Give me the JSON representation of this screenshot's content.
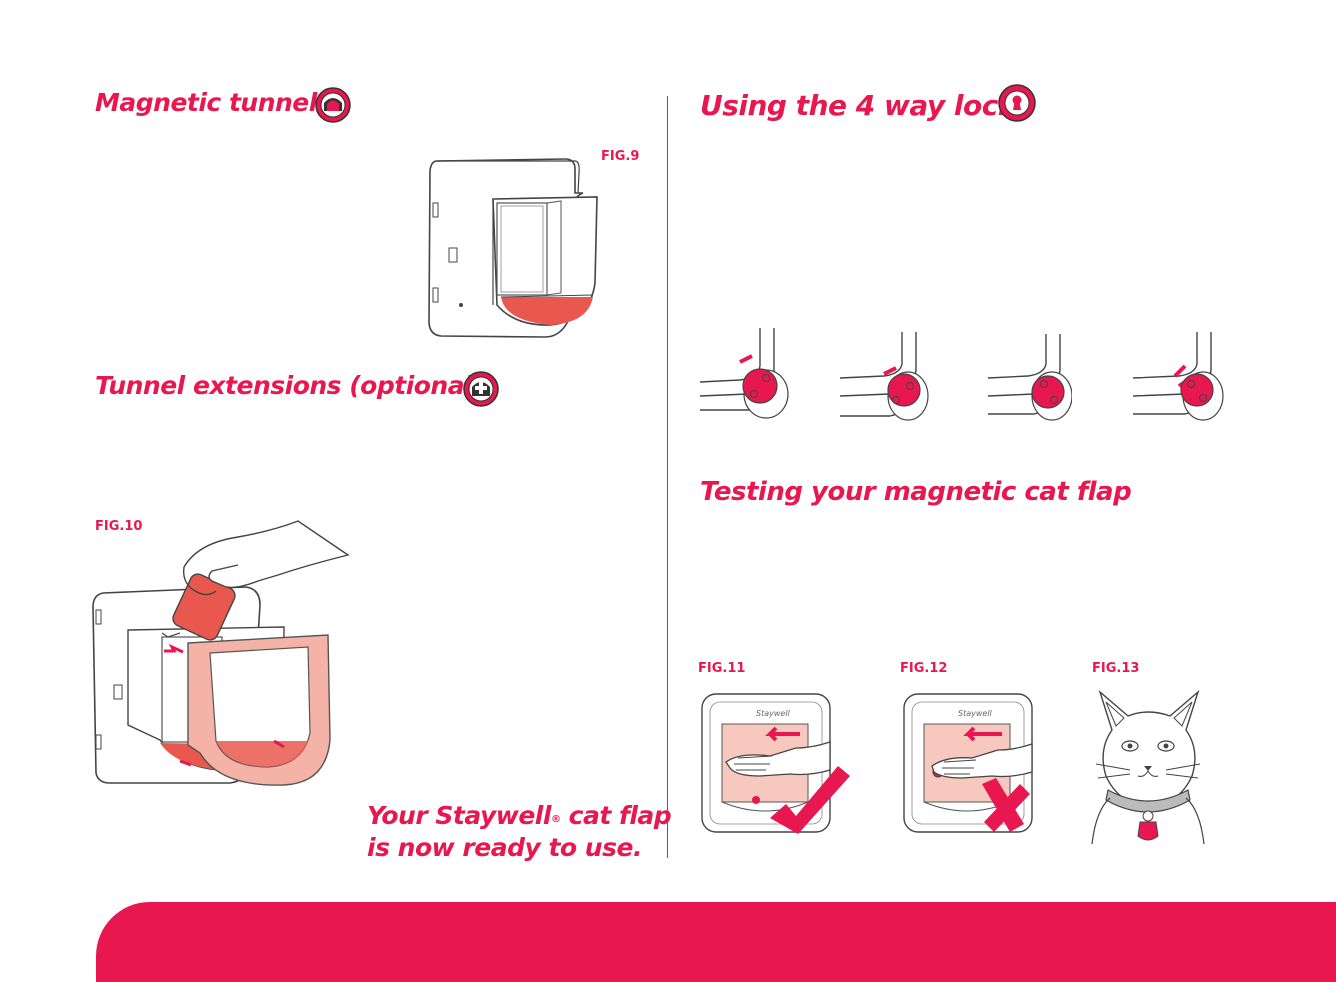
{
  "left": {
    "heading_magnetic_tunnel": "Magnetic tunnel",
    "fig9": "FIG.9",
    "heading_tunnel_extensions": "Tunnel extensions (optional)",
    "fig10": "FIG.10",
    "ready_line1_pre": "Your Staywell",
    "ready_reg": "®",
    "ready_line1_post": " cat flap",
    "ready_line2": "is now ready to use."
  },
  "right": {
    "heading_lock": "Using the 4 way lock",
    "heading_testing": "Testing your magnetic cat flap",
    "fig11": "FIG.11",
    "fig12": "FIG.12",
    "fig13": "FIG.13",
    "brand_mark": "Staywell"
  },
  "colors": {
    "accent": "#e8174f",
    "salmon": "#f4b3a6",
    "line": "#555555"
  },
  "icons": [
    "tunnel-badge-icon",
    "plus-badge-icon",
    "keyhole-badge-icon",
    "check-mark-icon",
    "cross-mark-icon"
  ]
}
